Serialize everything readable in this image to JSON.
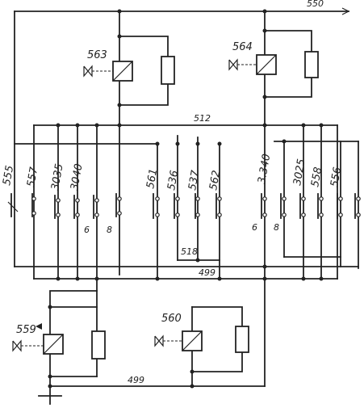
{
  "diagram": {
    "relays": {
      "r563": "563",
      "r564": "564",
      "r559": "559",
      "r560": "560"
    },
    "wires": {
      "top_out": "550",
      "bus_512": "512",
      "bus_518": "518",
      "bus_499_mid": "499",
      "bus_499_bottom": "499"
    },
    "contacts": [
      "555",
      "557",
      "3035",
      "3040",
      "",
      "561",
      "536",
      "537",
      "562",
      "3.340",
      "",
      "3025",
      "558",
      "556"
    ],
    "small_marks": {
      "a": "6",
      "b": "8",
      "c": "6",
      "d": "8"
    }
  }
}
